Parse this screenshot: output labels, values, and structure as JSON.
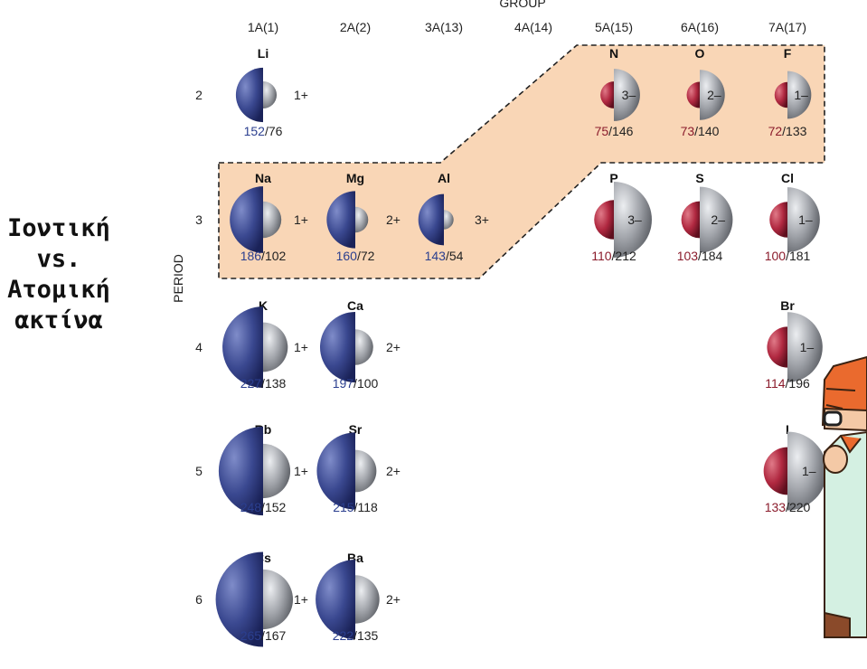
{
  "side_title": [
    "Ιοντική",
    "vs.",
    "Ατομική",
    "ακτίνα"
  ],
  "group_axis_label": "GROUP",
  "period_axis_label": "PERIOD",
  "groups": [
    "1A(1)",
    "2A(2)",
    "3A(13)",
    "4A(14)",
    "5A(15)",
    "6A(16)",
    "7A(17)"
  ],
  "periods": [
    "2",
    "3",
    "4",
    "5",
    "6"
  ],
  "colors": {
    "metal_atom": "#3a4890",
    "nonmetal_atom": "#b02840",
    "ion": "#8e9196",
    "metal_value": "#2b3f8f",
    "nonmetal_value": "#8b1c2c",
    "highlight_fill": "#f9d6b6"
  },
  "elements": [
    {
      "symbol": "Li",
      "group": 0,
      "period": 0,
      "charge": "1+",
      "atomic": "152",
      "ionic": "76",
      "kind": "metal"
    },
    {
      "symbol": "N",
      "group": 4,
      "period": 0,
      "charge": "3–",
      "atomic": "75",
      "ionic": "146",
      "kind": "nonmetal"
    },
    {
      "symbol": "O",
      "group": 5,
      "period": 0,
      "charge": "2–",
      "atomic": "73",
      "ionic": "140",
      "kind": "nonmetal"
    },
    {
      "symbol": "F",
      "group": 6,
      "period": 0,
      "charge": "1–",
      "atomic": "72",
      "ionic": "133",
      "kind": "nonmetal"
    },
    {
      "symbol": "Na",
      "group": 0,
      "period": 1,
      "charge": "1+",
      "atomic": "186",
      "ionic": "102",
      "kind": "metal"
    },
    {
      "symbol": "Mg",
      "group": 1,
      "period": 1,
      "charge": "2+",
      "atomic": "160",
      "ionic": "72",
      "kind": "metal"
    },
    {
      "symbol": "Al",
      "group": 2,
      "period": 1,
      "charge": "3+",
      "atomic": "143",
      "ionic": "54",
      "kind": "metal"
    },
    {
      "symbol": "P",
      "group": 4,
      "period": 1,
      "charge": "3–",
      "atomic": "110",
      "ionic": "212",
      "kind": "nonmetal"
    },
    {
      "symbol": "S",
      "group": 5,
      "period": 1,
      "charge": "2–",
      "atomic": "103",
      "ionic": "184",
      "kind": "nonmetal"
    },
    {
      "symbol": "Cl",
      "group": 6,
      "period": 1,
      "charge": "1–",
      "atomic": "100",
      "ionic": "181",
      "kind": "nonmetal"
    },
    {
      "symbol": "K",
      "group": 0,
      "period": 2,
      "charge": "1+",
      "atomic": "227",
      "ionic": "138",
      "kind": "metal"
    },
    {
      "symbol": "Ca",
      "group": 1,
      "period": 2,
      "charge": "2+",
      "atomic": "197",
      "ionic": "100",
      "kind": "metal"
    },
    {
      "symbol": "Br",
      "group": 6,
      "period": 2,
      "charge": "1–",
      "atomic": "114",
      "ionic": "196",
      "kind": "nonmetal"
    },
    {
      "symbol": "Rb",
      "group": 0,
      "period": 3,
      "charge": "1+",
      "atomic": "248",
      "ionic": "152",
      "kind": "metal"
    },
    {
      "symbol": "Sr",
      "group": 1,
      "period": 3,
      "charge": "2+",
      "atomic": "215",
      "ionic": "118",
      "kind": "metal"
    },
    {
      "symbol": "I",
      "group": 6,
      "period": 3,
      "charge": "1–",
      "atomic": "133",
      "ionic": "220",
      "kind": "nonmetal"
    },
    {
      "symbol": "Cs",
      "group": 0,
      "period": 4,
      "charge": "1+",
      "atomic": "265",
      "ionic": "167",
      "kind": "metal"
    },
    {
      "symbol": "Ba",
      "group": 1,
      "period": 4,
      "charge": "2+",
      "atomic": "222",
      "ionic": "135",
      "kind": "metal"
    }
  ]
}
